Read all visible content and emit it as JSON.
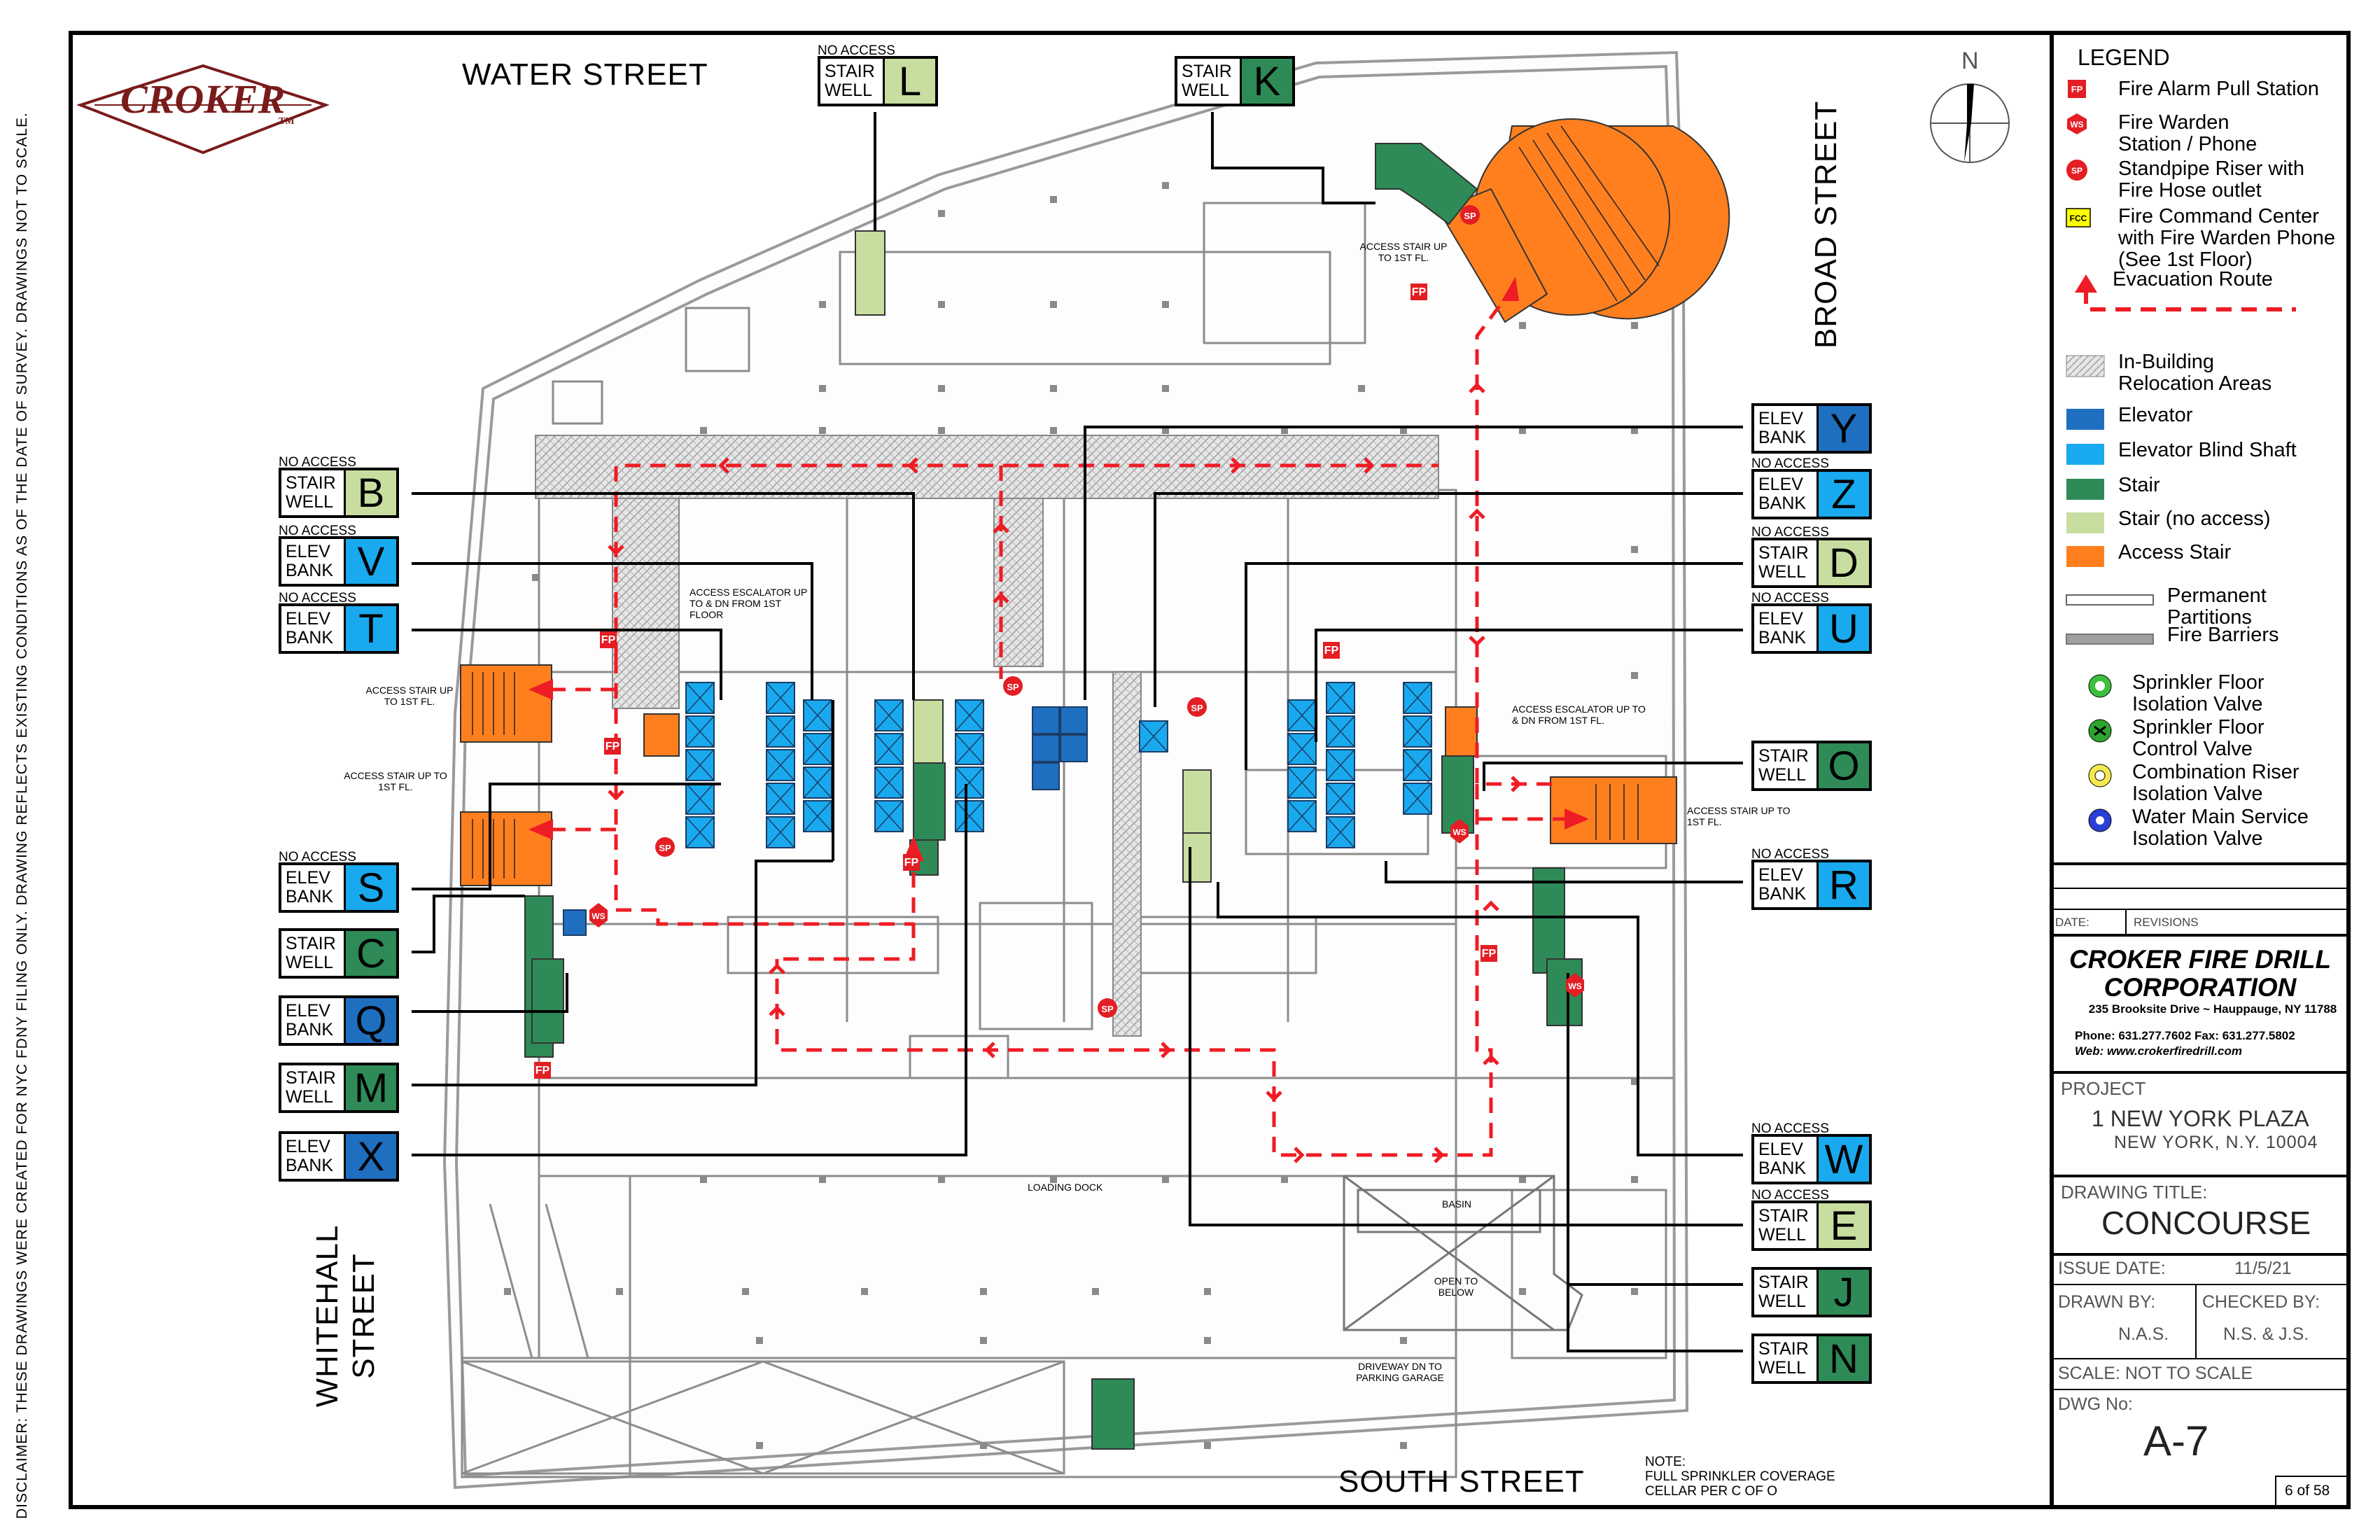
{
  "logo": {
    "text": "CROKER",
    "tm": "TM"
  },
  "streets": {
    "water": "WATER STREET",
    "broad": "BROAD STREET",
    "whitehall": "WHITEHALL STREET",
    "south": "SOUTH STREET"
  },
  "disclaimer": "DISCLAIMER: THESE DRAWINGS WERE CREATED FOR NYC FDNY FILING ONLY. DRAWING REFLECTS EXISTING CONDITIONS AS OF THE DATE OF SURVEY. DRAWINGS NOT TO SCALE.",
  "compass": "N",
  "labels": {
    "no_access": "NO ACCESS",
    "stair_well_1": "STAIR",
    "stair_well_2": "WELL",
    "elev_bank_1": "ELEV",
    "elev_bank_2": "BANK"
  },
  "boxes": [
    {
      "id": "L",
      "type": "stair_noaccess",
      "no_access": true
    },
    {
      "id": "K",
      "type": "stair",
      "no_access": false
    },
    {
      "id": "B",
      "type": "stair_noaccess",
      "no_access": true
    },
    {
      "id": "V",
      "type": "elevator",
      "no_access": true
    },
    {
      "id": "T",
      "type": "elevator",
      "no_access": true
    },
    {
      "id": "S",
      "type": "elevator",
      "no_access": true
    },
    {
      "id": "C",
      "type": "stair",
      "no_access": false
    },
    {
      "id": "Q",
      "type": "elevator_dark",
      "no_access": false
    },
    {
      "id": "M",
      "type": "stair",
      "no_access": false
    },
    {
      "id": "X",
      "type": "elevator_dark",
      "no_access": false
    },
    {
      "id": "Y",
      "type": "elevator_dark",
      "no_access": false
    },
    {
      "id": "Z",
      "type": "elevator",
      "no_access": true
    },
    {
      "id": "D",
      "type": "stair_noaccess",
      "no_access": true
    },
    {
      "id": "U",
      "type": "elevator",
      "no_access": true
    },
    {
      "id": "O",
      "type": "stair",
      "no_access": false
    },
    {
      "id": "R",
      "type": "elevator",
      "no_access": true
    },
    {
      "id": "W",
      "type": "elevator",
      "no_access": true
    },
    {
      "id": "E",
      "type": "stair_noaccess",
      "no_access": true
    },
    {
      "id": "J",
      "type": "stair",
      "no_access": false
    },
    {
      "id": "N",
      "type": "stair",
      "no_access": false
    }
  ],
  "plan_notes": {
    "access_stair_up": "ACCESS STAIR UP TO 1ST FL.",
    "access_escalator_left": "ACCESS ESCALATOR UP TO & DN FROM 1ST FLOOR",
    "access_escalator_right": "ACCESS ESCALATOR UP TO & DN FROM 1ST FL.",
    "loading_dock": "LOADING DOCK",
    "basin": "BASIN",
    "open_to_below": "OPEN TO BELOW",
    "driveway": "DRIVEWAY DN TO PARKING GARAGE",
    "note_title": "NOTE:",
    "note_1": "FULL SPRINKLER COVERAGE",
    "note_2": "CELLAR PER C OF O",
    "fp": "FP",
    "sp": "SP",
    "ws": "WS",
    "up": "UP",
    "dn": "DN"
  },
  "legend": {
    "title": "LEGEND",
    "items": [
      {
        "icon": "fire-alarm-pull-station",
        "code": "FP",
        "text_1": "Fire Alarm Pull Station",
        "text_2": "",
        "text_3": ""
      },
      {
        "icon": "fire-warden-station",
        "code": "WS",
        "text_1": "Fire Warden",
        "text_2": "Station / Phone",
        "text_3": ""
      },
      {
        "icon": "standpipe-riser",
        "code": "SP",
        "text_1": "Standpipe Riser with",
        "text_2": "Fire Hose outlet",
        "text_3": ""
      },
      {
        "icon": "fire-command-center",
        "code": "FCC",
        "text_1": "Fire Command Center",
        "text_2": "with Fire Warden Phone",
        "text_3": "(See 1st Floor)"
      },
      {
        "icon": "evacuation-route",
        "code": "",
        "text_1": "Evacuation  Route",
        "text_2": "",
        "text_3": ""
      },
      {
        "icon": "relocation-area",
        "code": "",
        "text_1": "In-Building",
        "text_2": "Relocation Areas",
        "text_3": ""
      },
      {
        "icon": "elevator",
        "code": "",
        "text_1": "Elevator",
        "text_2": "",
        "text_3": ""
      },
      {
        "icon": "elevator-blind-shaft",
        "code": "",
        "text_1": "Elevator Blind Shaft",
        "text_2": "",
        "text_3": ""
      },
      {
        "icon": "stair",
        "code": "",
        "text_1": "Stair",
        "text_2": "",
        "text_3": ""
      },
      {
        "icon": "stair-no-access",
        "code": "",
        "text_1": "Stair (no access)",
        "text_2": "",
        "text_3": ""
      },
      {
        "icon": "access-stair",
        "code": "",
        "text_1": "Access Stair",
        "text_2": "",
        "text_3": ""
      },
      {
        "icon": "permanent-partitions",
        "code": "",
        "text_1": "Permanent",
        "text_2": "Partitions",
        "text_3": ""
      },
      {
        "icon": "fire-barriers",
        "code": "",
        "text_1": "Fire Barriers",
        "text_2": "",
        "text_3": ""
      },
      {
        "icon": "sprinkler-floor-isolation-valve",
        "code": "",
        "text_1": "Sprinkler Floor",
        "text_2": "Isolation Valve",
        "text_3": ""
      },
      {
        "icon": "sprinkler-floor-control-valve",
        "code": "",
        "text_1": "Sprinkler Floor",
        "text_2": "Control Valve",
        "text_3": ""
      },
      {
        "icon": "combination-riser-isolation-valve",
        "code": "",
        "text_1": "Combination Riser",
        "text_2": "Isolation Valve",
        "text_3": ""
      },
      {
        "icon": "water-main-service-isolation-valve",
        "code": "",
        "text_1": "Water Main Service",
        "text_2": "Isolation Valve",
        "text_3": ""
      }
    ]
  },
  "title_block": {
    "date_label": "DATE:",
    "revisions_label": "REVISIONS",
    "company_1": "CROKER FIRE DRILL",
    "company_2": "CORPORATION",
    "address": "235 Brooksite Drive ~ Hauppauge, NY 11788",
    "phone": "Phone: 631.277.7602  Fax: 631.277.5802",
    "web": "Web: www.crokerfiredrill.com",
    "project_label": "PROJECT",
    "project_name": "1 NEW YORK PLAZA",
    "project_city": "NEW YORK, N.Y. 10004",
    "drawing_title_label": "DRAWING TITLE:",
    "drawing_title": "CONCOURSE",
    "issue_date_label": "ISSUE DATE:",
    "issue_date": "11/5/21",
    "drawn_by_label": "DRAWN BY:",
    "drawn_by": "N.A.S.",
    "checked_by_label": "CHECKED BY:",
    "checked_by": "N.S. & J.S.",
    "scale": "SCALE:  NOT TO SCALE",
    "dwg_label": "DWG No:",
    "dwg_no": "A-7",
    "sheet": "6 of 58"
  },
  "colors": {
    "elevator": "#1f6fc1",
    "elevator_blind": "#19a9ee",
    "stair": "#2e8b57",
    "stair_noaccess": "#c7dea0",
    "access_stair": "#ff7f1f",
    "evac": "#ee1c24",
    "fp": "#e31e24"
  }
}
